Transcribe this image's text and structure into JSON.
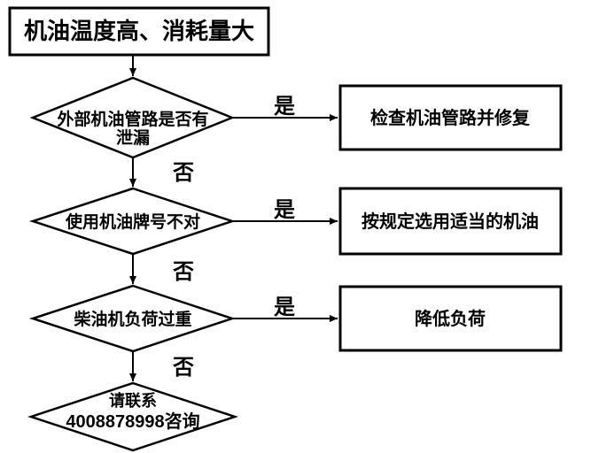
{
  "colors": {
    "stroke": "#000000",
    "fill": "#ffffff",
    "text": "#000000",
    "background": "#ffffff"
  },
  "flowchart": {
    "start": {
      "label": "机油温度高、消耗量大"
    },
    "decisions": [
      {
        "label_line1": "外部机油管路是否有",
        "label_line2": "泄漏",
        "yes_label": "是",
        "no_label": "否",
        "action_label": "检查机油管路并修复"
      },
      {
        "label": "使用机油牌号不对",
        "yes_label": "是",
        "no_label": "否",
        "action_label": "按规定选用适当的机油"
      },
      {
        "label": "柴油机负荷过重",
        "yes_label": "是",
        "no_label": "否",
        "action_label": "降低负荷"
      }
    ],
    "end": {
      "label_line1": "请联系",
      "label_line2": "4008878998咨询"
    }
  }
}
